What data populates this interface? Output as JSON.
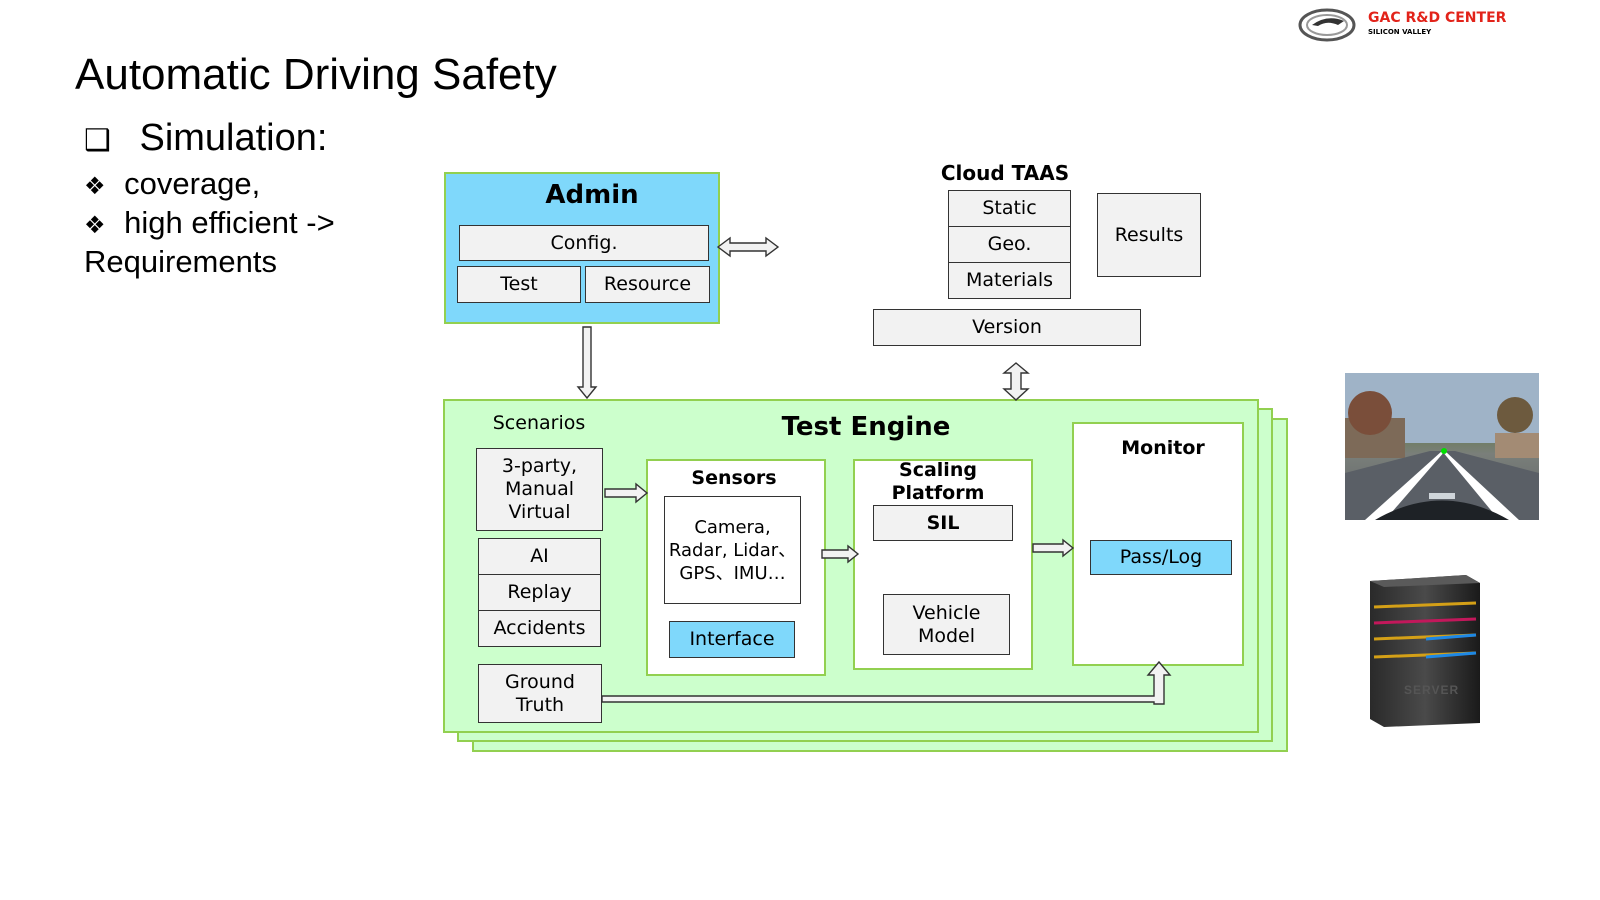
{
  "slide": {
    "title": "Automatic Driving Safety",
    "heading_bullet": "❑",
    "heading": "Simulation:",
    "bullet_glyph": "❖",
    "bullets": [
      "coverage,",
      "high efficient ->"
    ],
    "continuation": "Requirements"
  },
  "logo": {
    "name": "GAC R&D CENTER",
    "subtitle": "SILICON VALLEY",
    "color": "#e2231a"
  },
  "admin": {
    "title": "Admin",
    "config": "Config.",
    "test": "Test",
    "resource": "Resource"
  },
  "cloud": {
    "title": "Cloud TAAS",
    "items": [
      "Static",
      "Geo.",
      "Materials"
    ],
    "results": "Results",
    "version": "Version"
  },
  "engine": {
    "title": "Test Engine",
    "scenarios_label": "Scenarios",
    "scenario_sources": "3-party, Manual Virtual",
    "scenario_items": [
      "AI",
      "Replay",
      "Accidents"
    ],
    "ground_truth": "Ground Truth",
    "sensors_title": "Sensors",
    "sensors_list": "Camera, Radar, Lidar、GPS、IMU…",
    "interface": "Interface",
    "scaling_title": "Scaling Platform",
    "sil": "SIL",
    "vehicle_model": "Vehicle Model",
    "monitor_title": "Monitor",
    "pass_log": "Pass/Log"
  },
  "images": {
    "driving_scene": "driving-simulation-scene",
    "server": "server-tower",
    "server_label": "SERVER"
  },
  "colors": {
    "admin_bg": "#7fd8fb",
    "engine_bg": "#ccffcc",
    "engine_border": "#92d050",
    "box_bg": "#f2f2f2"
  }
}
